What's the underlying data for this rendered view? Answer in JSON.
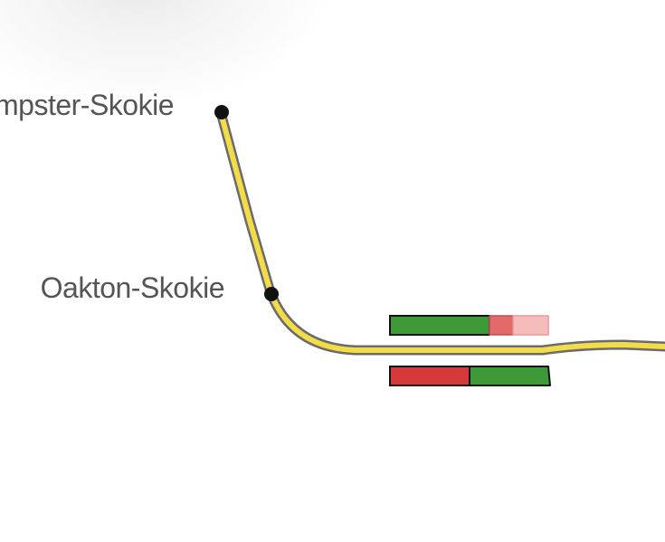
{
  "map": {
    "line_color": "#f2dc4a",
    "line_casing_color": "#6b6b6b",
    "station_dot_color": "#111111",
    "stations": [
      {
        "name": "Dempster-Skokie",
        "label_visible": "mpster-Skokie"
      },
      {
        "name": "Oakton-Skokie",
        "label_visible": "Oakton-Skokie"
      }
    ],
    "trains": [
      {
        "direction": "upper",
        "segments": [
          {
            "status": "on-time",
            "color": "#3e9a36"
          },
          {
            "status": "delayed",
            "color": "#e36a6a"
          },
          {
            "status": "delayed-faded",
            "color": "#f6bcbc"
          }
        ]
      },
      {
        "direction": "lower",
        "segments": [
          {
            "status": "delayed",
            "color": "#d43a3a"
          },
          {
            "status": "on-time",
            "color": "#3e9a36"
          }
        ]
      }
    ]
  }
}
